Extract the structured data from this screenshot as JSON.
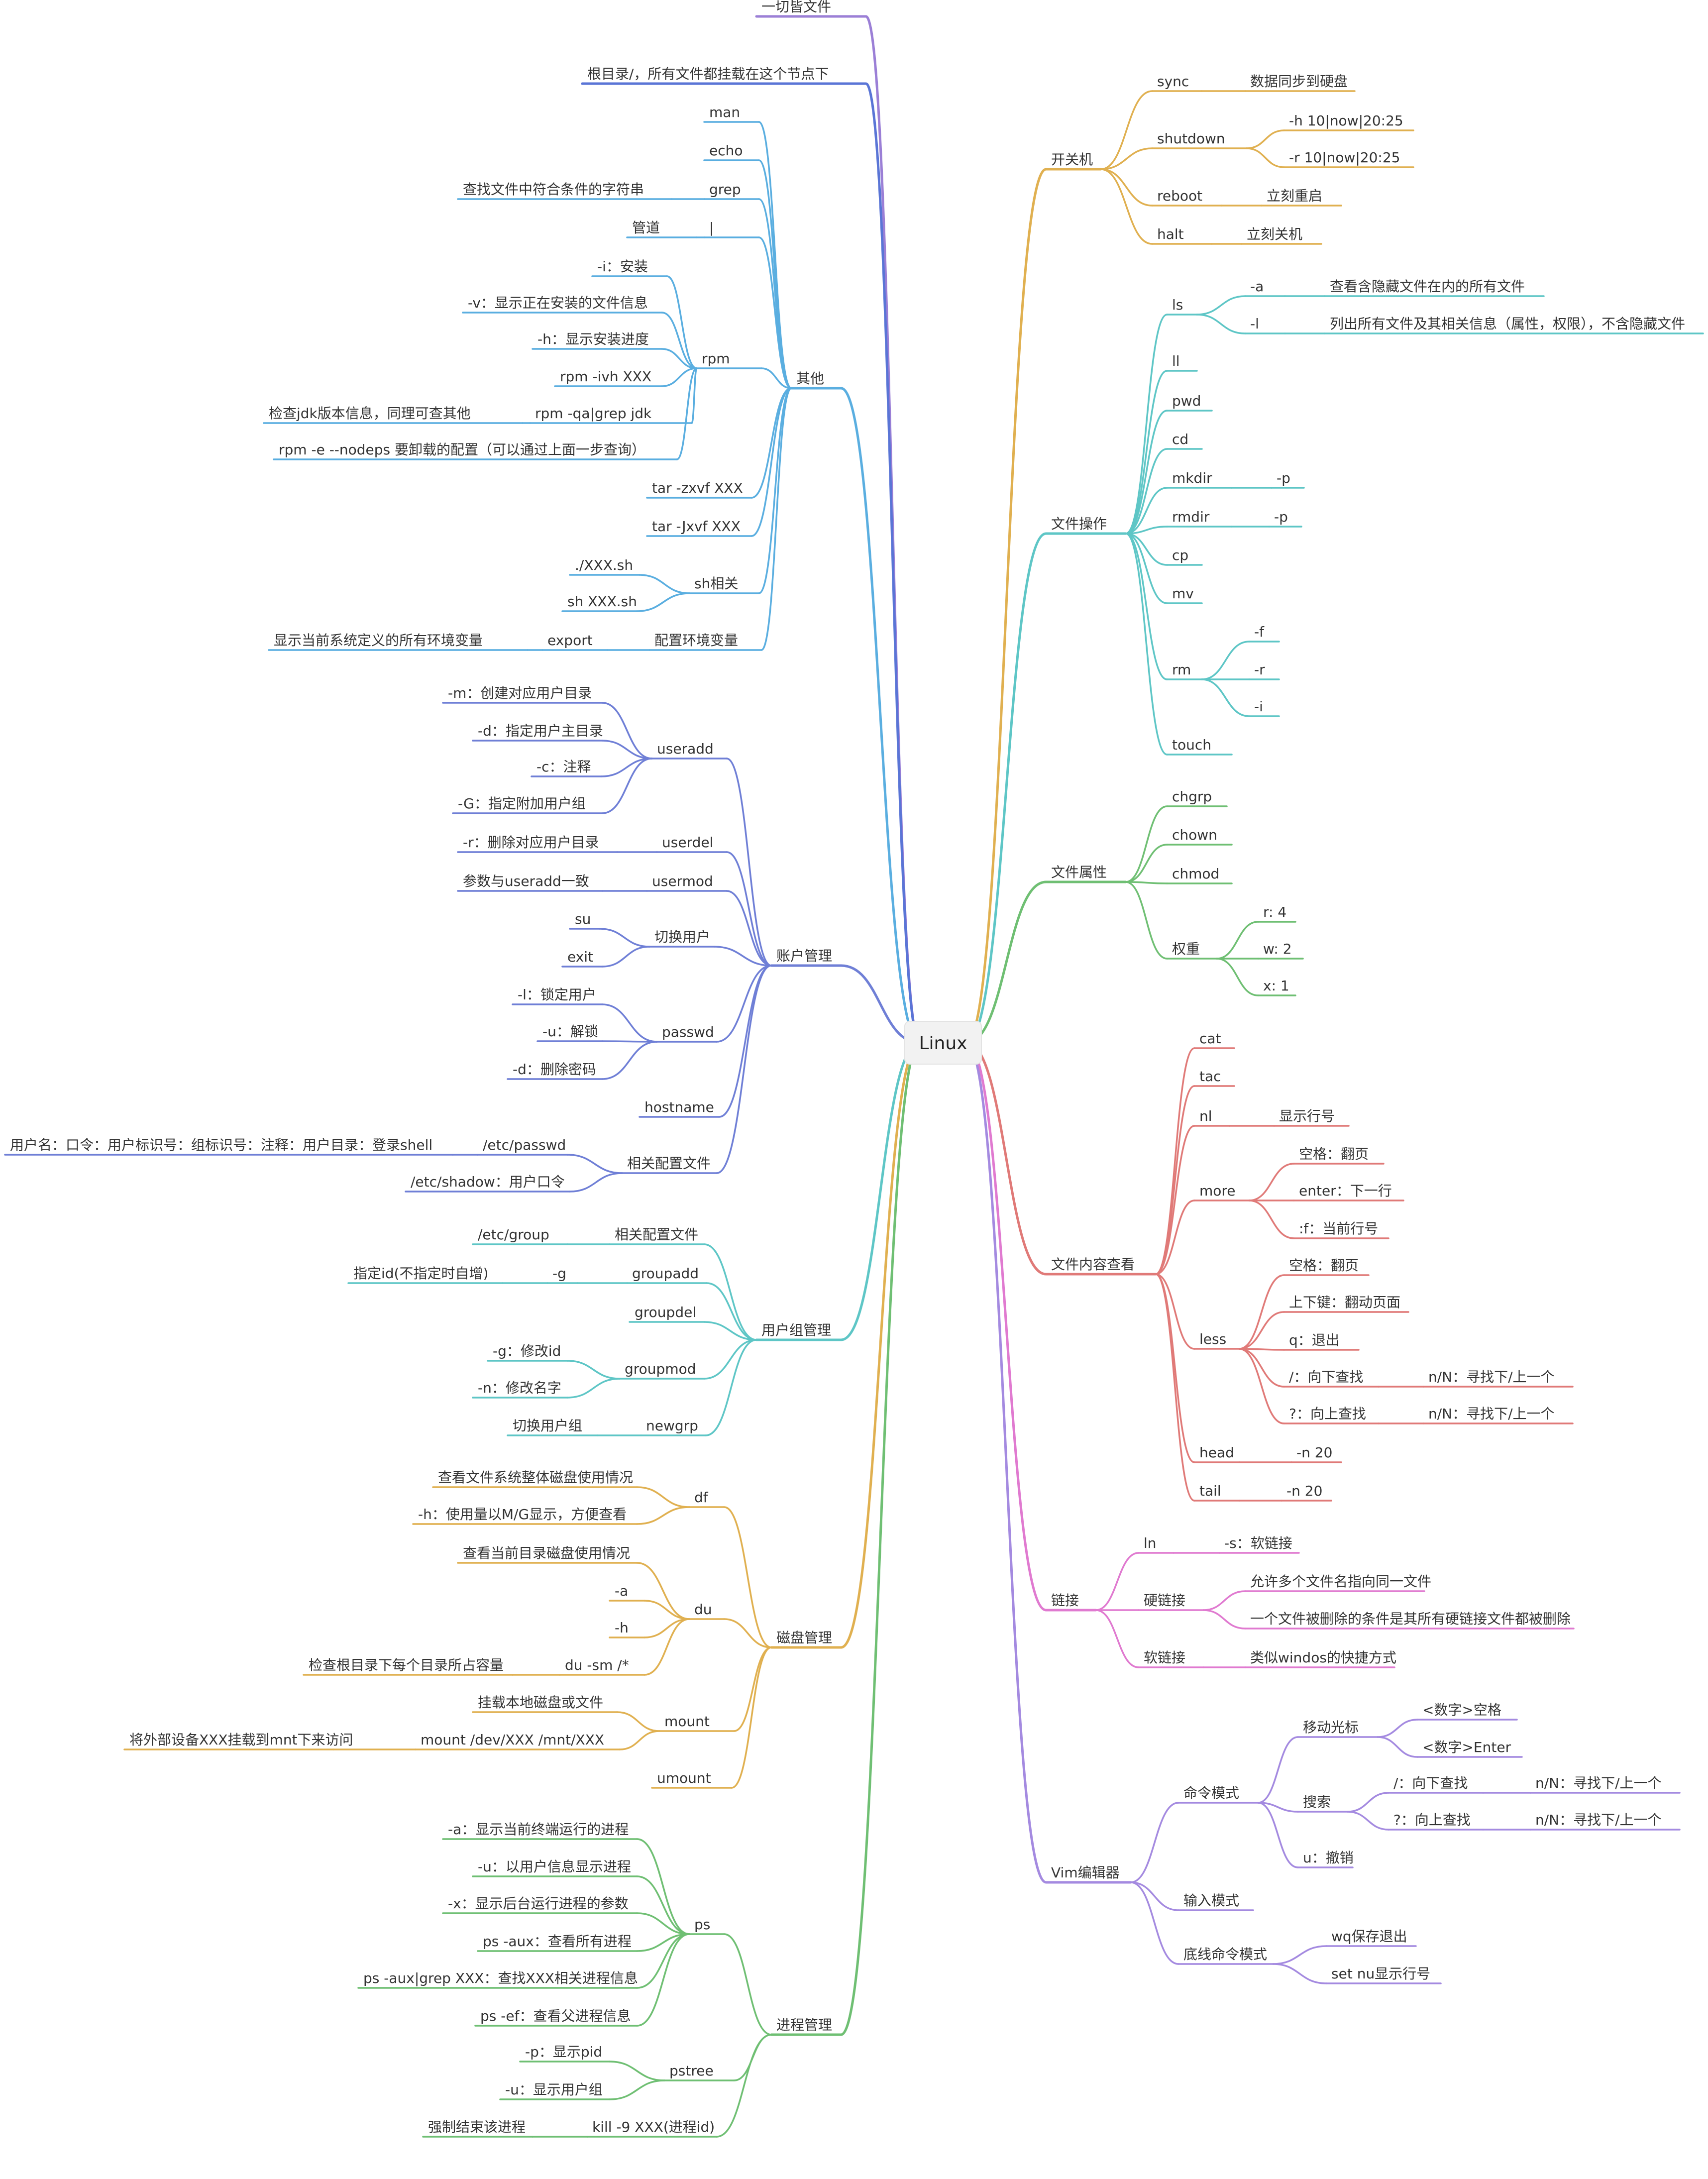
{
  "root": "Linux",
  "colors": {
    "purple": "#9b7fd6",
    "indigo": "#5a75d6",
    "sky": "#5aaee0",
    "blueviolet": "#6f7fd6",
    "teal": "#5ec6c6",
    "gold": "#e0b050",
    "green": "#6fbf73",
    "coral": "#e07a78",
    "pink": "#e07ad0",
    "violet": "#a48ae0"
  },
  "branches": [
    {
      "label": "一切皆文件",
      "side": "left",
      "color": "purple",
      "children": []
    },
    {
      "label": "根目录/，所有文件都挂载在这个节点下",
      "side": "left",
      "color": "indigo",
      "children": []
    },
    {
      "label": "其他",
      "side": "left",
      "color": "sky",
      "children": [
        {
          "label": "man"
        },
        {
          "label": "echo"
        },
        {
          "label": "grep",
          "children": [
            {
              "label": "查找文件中符合条件的字符串"
            }
          ]
        },
        {
          "label": "|",
          "children": [
            {
              "label": "管道"
            }
          ]
        },
        {
          "label": "rpm",
          "children": [
            {
              "label": "-i：安装"
            },
            {
              "label": "-v：显示正在安装的文件信息"
            },
            {
              "label": "-h：显示安装进度"
            },
            {
              "label": "rpm -ivh XXX"
            },
            {
              "label": "rpm -qa|grep jdk",
              "children": [
                {
                  "label": "检查jdk版本信息，同理可查其他"
                }
              ]
            },
            {
              "label": "rpm -e --nodeps 要卸载的配置（可以通过上面一步查询）"
            }
          ]
        },
        {
          "label": "tar -zxvf XXX"
        },
        {
          "label": "tar -Jxvf XXX"
        },
        {
          "label": "sh相关",
          "children": [
            {
              "label": "./XXX.sh"
            },
            {
              "label": "sh XXX.sh"
            }
          ]
        },
        {
          "label": "配置环境变量",
          "children": [
            {
              "label": "export",
              "children": [
                {
                  "label": "显示当前系统定义的所有环境变量"
                }
              ]
            }
          ]
        }
      ]
    },
    {
      "label": "账户管理",
      "side": "left",
      "color": "blueviolet",
      "children": [
        {
          "label": "useradd",
          "children": [
            {
              "label": "-m：创建对应用户目录"
            },
            {
              "label": "-d：指定用户主目录"
            },
            {
              "label": "-c：注释"
            },
            {
              "label": "-G：指定附加用户组"
            }
          ]
        },
        {
          "label": "userdel",
          "children": [
            {
              "label": "-r：删除对应用户目录"
            }
          ]
        },
        {
          "label": "usermod",
          "children": [
            {
              "label": "参数与useradd一致"
            }
          ]
        },
        {
          "label": "切换用户",
          "children": [
            {
              "label": "su"
            },
            {
              "label": "exit"
            }
          ]
        },
        {
          "label": "passwd",
          "children": [
            {
              "label": "-l：锁定用户"
            },
            {
              "label": "-u：解锁"
            },
            {
              "label": "-d：删除密码"
            }
          ]
        },
        {
          "label": "hostname"
        },
        {
          "label": "相关配置文件",
          "children": [
            {
              "label": "/etc/passwd",
              "children": [
                {
                  "label": "用户名：口令：用户标识号：组标识号：注释：用户目录：登录shell"
                }
              ]
            },
            {
              "label": "/etc/shadow：用户口令"
            }
          ]
        }
      ]
    },
    {
      "label": "用户组管理",
      "side": "left",
      "color": "teal",
      "children": [
        {
          "label": "相关配置文件",
          "children": [
            {
              "label": "/etc/group"
            }
          ]
        },
        {
          "label": "groupadd",
          "children": [
            {
              "label": "-g",
              "children": [
                {
                  "label": "指定id(不指定时自增)"
                }
              ]
            }
          ]
        },
        {
          "label": "groupdel"
        },
        {
          "label": "groupmod",
          "children": [
            {
              "label": "-g：修改id"
            },
            {
              "label": "-n：修改名字"
            }
          ]
        },
        {
          "label": "newgrp",
          "children": [
            {
              "label": "切换用户组"
            }
          ]
        }
      ]
    },
    {
      "label": "磁盘管理",
      "side": "left",
      "color": "gold",
      "children": [
        {
          "label": "df",
          "children": [
            {
              "label": "查看文件系统整体磁盘使用情况"
            },
            {
              "label": "-h：使用量以M/G显示，方便查看"
            }
          ]
        },
        {
          "label": "du",
          "children": [
            {
              "label": "查看当前目录磁盘使用情况"
            },
            {
              "label": "-a"
            },
            {
              "label": "-h"
            },
            {
              "label": "du -sm /*",
              "children": [
                {
                  "label": "检查根目录下每个目录所占容量"
                }
              ]
            }
          ]
        },
        {
          "label": "mount",
          "children": [
            {
              "label": "挂载本地磁盘或文件"
            },
            {
              "label": "mount /dev/XXX /mnt/XXX",
              "children": [
                {
                  "label": "将外部设备XXX挂载到mnt下来访问"
                }
              ]
            }
          ]
        },
        {
          "label": "umount"
        }
      ]
    },
    {
      "label": "进程管理",
      "side": "left",
      "color": "green",
      "children": [
        {
          "label": "ps",
          "children": [
            {
              "label": "-a：显示当前终端运行的进程"
            },
            {
              "label": "-u：以用户信息显示进程"
            },
            {
              "label": "-x：显示后台运行进程的参数"
            },
            {
              "label": "ps -aux：查看所有进程"
            },
            {
              "label": "ps -aux|grep XXX：查找XXX相关进程信息"
            },
            {
              "label": "ps -ef：查看父进程信息"
            }
          ]
        },
        {
          "label": "pstree",
          "children": [
            {
              "label": "-p：显示pid"
            },
            {
              "label": "-u：显示用户组"
            }
          ]
        },
        {
          "label": "kill -9 XXX(进程id)",
          "children": [
            {
              "label": "强制结束该进程"
            }
          ]
        }
      ]
    },
    {
      "label": "开关机",
      "side": "right",
      "color": "gold",
      "children": [
        {
          "label": "sync",
          "children": [
            {
              "label": "数据同步到硬盘"
            }
          ]
        },
        {
          "label": "shutdown",
          "children": [
            {
              "label": "-h 10|now|20:25"
            },
            {
              "label": "-r 10|now|20:25"
            }
          ]
        },
        {
          "label": "reboot",
          "children": [
            {
              "label": "立刻重启"
            }
          ]
        },
        {
          "label": "halt",
          "children": [
            {
              "label": "立刻关机"
            }
          ]
        }
      ]
    },
    {
      "label": "文件操作",
      "side": "right",
      "color": "teal",
      "children": [
        {
          "label": "ls",
          "children": [
            {
              "label": "-a",
              "children": [
                {
                  "label": "查看含隐藏文件在内的所有文件"
                }
              ]
            },
            {
              "label": "-l",
              "children": [
                {
                  "label": "列出所有文件及其相关信息（属性，权限），不含隐藏文件"
                }
              ]
            }
          ]
        },
        {
          "label": "ll"
        },
        {
          "label": "pwd"
        },
        {
          "label": "cd"
        },
        {
          "label": "mkdir",
          "children": [
            {
              "label": "-p"
            }
          ]
        },
        {
          "label": "rmdir",
          "children": [
            {
              "label": "-p"
            }
          ]
        },
        {
          "label": "cp"
        },
        {
          "label": "mv"
        },
        {
          "label": "rm",
          "children": [
            {
              "label": "-f"
            },
            {
              "label": "-r"
            },
            {
              "label": "-i"
            }
          ]
        },
        {
          "label": "touch"
        }
      ]
    },
    {
      "label": "文件属性",
      "side": "right",
      "color": "green",
      "children": [
        {
          "label": "chgrp"
        },
        {
          "label": "chown"
        },
        {
          "label": "chmod"
        },
        {
          "label": "权重",
          "children": [
            {
              "label": "r: 4"
            },
            {
              "label": "w: 2"
            },
            {
              "label": "x: 1"
            }
          ]
        }
      ]
    },
    {
      "label": "文件内容查看",
      "side": "right",
      "color": "coral",
      "children": [
        {
          "label": "cat"
        },
        {
          "label": "tac"
        },
        {
          "label": "nl",
          "children": [
            {
              "label": "显示行号"
            }
          ]
        },
        {
          "label": "more",
          "children": [
            {
              "label": "空格：翻页"
            },
            {
              "label": "enter：下一行"
            },
            {
              "label": ":f：当前行号"
            }
          ]
        },
        {
          "label": "less",
          "children": [
            {
              "label": "空格：翻页"
            },
            {
              "label": "上下键：翻动页面"
            },
            {
              "label": "q：退出"
            },
            {
              "label": "/：向下查找",
              "children": [
                {
                  "label": "n/N：寻找下/上一个"
                }
              ]
            },
            {
              "label": "?：向上查找",
              "children": [
                {
                  "label": "n/N：寻找下/上一个"
                }
              ]
            }
          ]
        },
        {
          "label": "head",
          "children": [
            {
              "label": "-n 20"
            }
          ]
        },
        {
          "label": "tail",
          "children": [
            {
              "label": "-n 20"
            }
          ]
        }
      ]
    },
    {
      "label": "链接",
      "side": "right",
      "color": "pink",
      "children": [
        {
          "label": "ln",
          "children": [
            {
              "label": "-s：软链接"
            }
          ]
        },
        {
          "label": "硬链接",
          "children": [
            {
              "label": "允许多个文件名指向同一文件"
            },
            {
              "label": "一个文件被删除的条件是其所有硬链接文件都被删除"
            }
          ]
        },
        {
          "label": "软链接",
          "children": [
            {
              "label": "类似windos的快捷方式"
            }
          ]
        }
      ]
    },
    {
      "label": "Vim编辑器",
      "side": "right",
      "color": "violet",
      "children": [
        {
          "label": "命令模式",
          "children": [
            {
              "label": "移动光标",
              "children": [
                {
                  "label": "<数字>空格"
                },
                {
                  "label": "<数字>Enter"
                }
              ]
            },
            {
              "label": "搜索",
              "children": [
                {
                  "label": "/：向下查找",
                  "children": [
                    {
                      "label": "n/N：寻找下/上一个"
                    }
                  ]
                },
                {
                  "label": "?：向上查找",
                  "children": [
                    {
                      "label": "n/N：寻找下/上一个"
                    }
                  ]
                }
              ]
            },
            {
              "label": "u：撤销"
            }
          ]
        },
        {
          "label": "输入模式"
        },
        {
          "label": "底线命令模式",
          "children": [
            {
              "label": "wq保存退出"
            },
            {
              "label": "set nu显示行号"
            }
          ]
        }
      ]
    }
  ]
}
